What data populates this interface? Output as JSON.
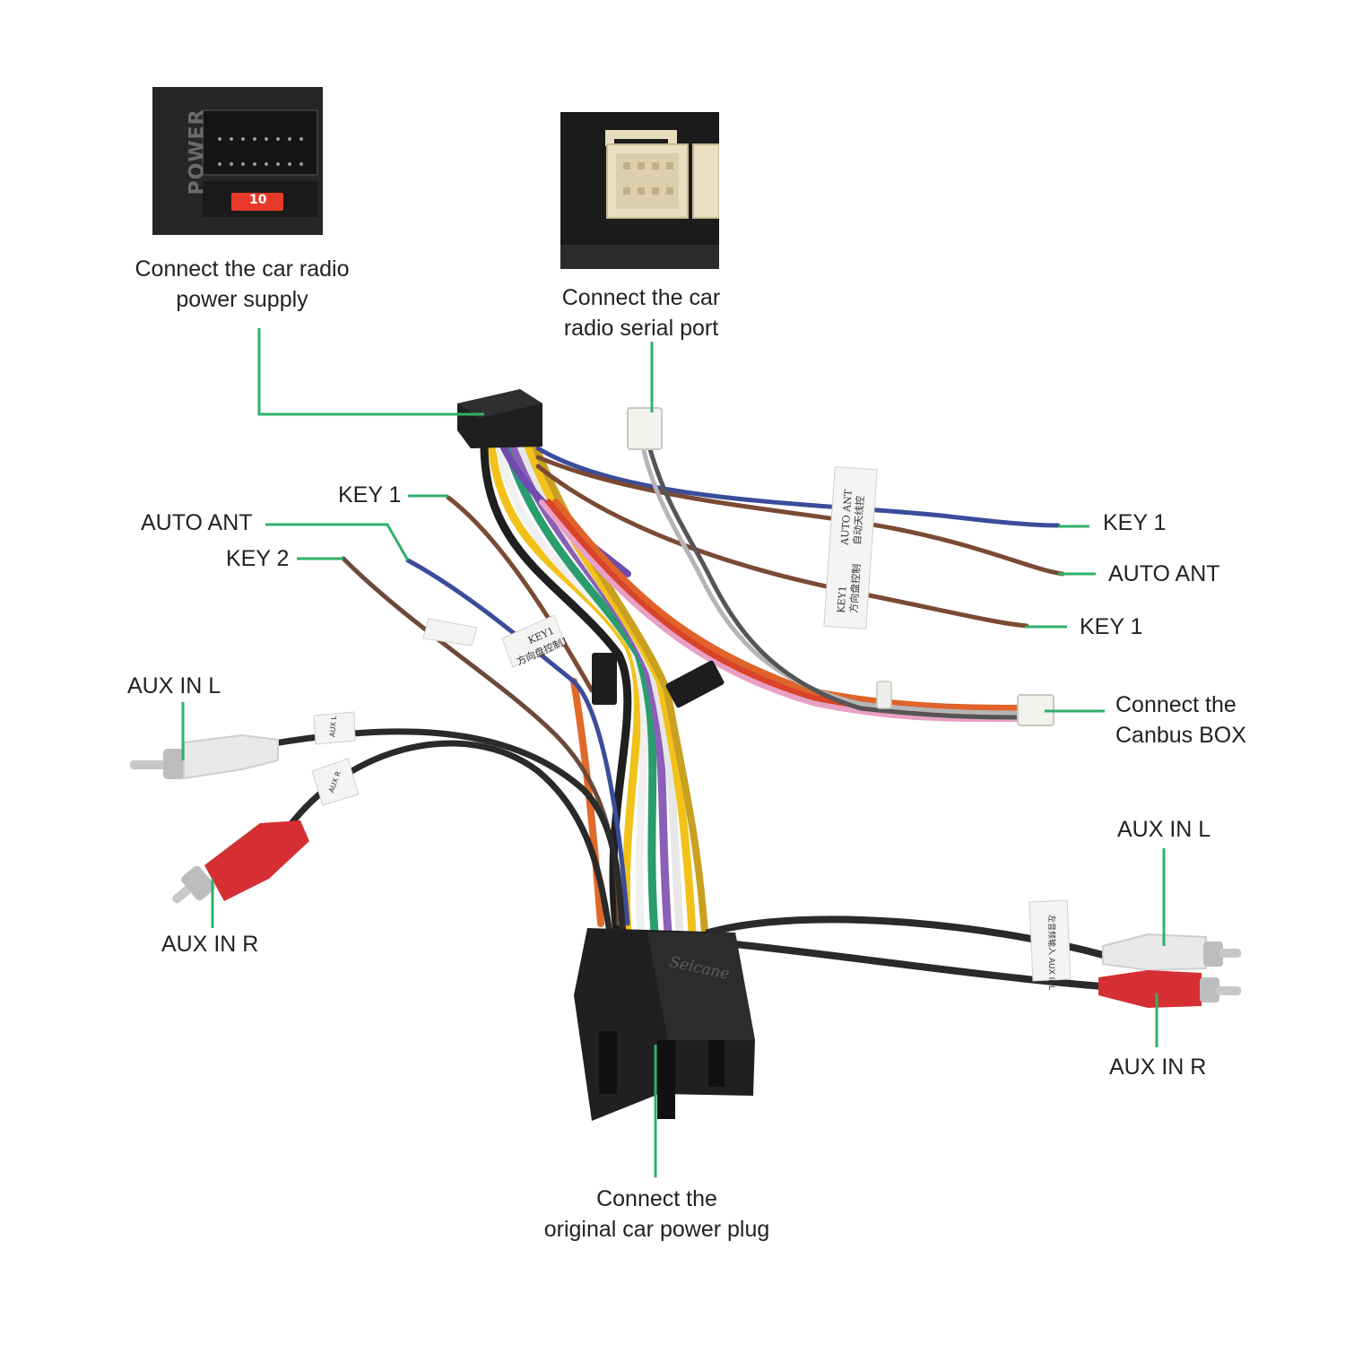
{
  "colors": {
    "callout_line": "#2fb06a",
    "label_text": "#222222",
    "background": "#ffffff"
  },
  "insets": {
    "power_port": {
      "silk_text": "POWER",
      "fuse_text": "10"
    },
    "serial_port": {}
  },
  "labels": {
    "power_supply": {
      "line1": "Connect the car radio",
      "line2": "power supply"
    },
    "serial_port": {
      "line1": "Connect the car",
      "line2": "radio  serial port"
    },
    "key1_left": "KEY 1",
    "auto_ant_left": "AUTO ANT",
    "key2_left": "KEY 2",
    "key1_right_top": "KEY 1",
    "auto_ant_right": "AUTO ANT",
    "key1_right_bottom": "KEY 1",
    "canbus_box": {
      "line1": "Connect the",
      "line2": "Canbus  BOX"
    },
    "aux_in_l_left": "AUX IN L",
    "aux_in_r_left": "AUX IN R",
    "aux_in_l_right": "AUX IN L",
    "aux_in_r_right": "AUX IN R",
    "original_power_plug": {
      "line1": "Connect the",
      "line2": "original car power plug"
    }
  },
  "harness": {
    "brand": "Seicane",
    "tags": {
      "key1_steering": {
        "line1": "KEY1",
        "line2": "方向盘控制1"
      },
      "aux_l": "AUX L",
      "aux_r": "AUX R",
      "right_tag": {
        "line1": "AUTO ANT",
        "line2": "自动天线控"
      },
      "right_tag2": {
        "line1": "KEY1",
        "line2": "方向盘控制"
      },
      "aux_right": "左音频输入 AUX INL"
    }
  }
}
